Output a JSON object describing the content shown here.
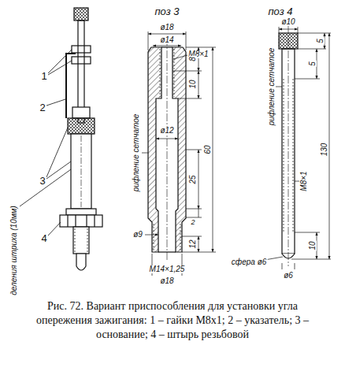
{
  "diagram": {
    "caption": "Рис. 72. Вариант приспособления для установки угла опережения зажигания: 1 – гайки M8x1; 2 – указатель; 3 – основание; 4 – штырь резьбовой",
    "labels": [
      "поз 3",
      "поз 4",
      "1",
      "2",
      "3",
      "4",
      "деления штриха (10мм)",
      "ø18",
      "ø14",
      "M8×1",
      "8",
      "10",
      "ø12",
      "60",
      "25",
      "2",
      "ø9",
      "12",
      "M14×1,25",
      "ø18",
      "рифление сетчатое",
      "ø10",
      "5",
      "5",
      "рифление сетчатое",
      "130",
      "M8×1",
      "10",
      "сфера ø6",
      "ø6"
    ]
  }
}
